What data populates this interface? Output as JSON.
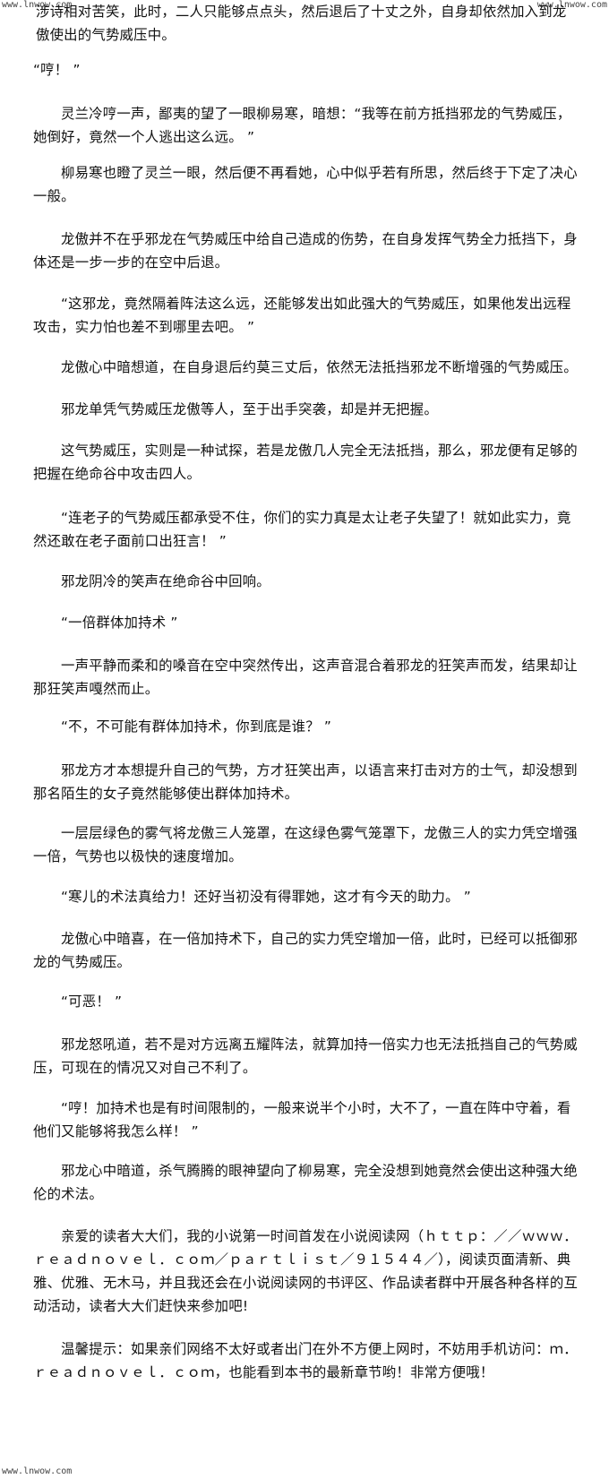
{
  "watermarks": {
    "top_left": "www.lnwow.com",
    "top_right": "www.lnwow.com",
    "bottom_left": "www.lnwow.com"
  },
  "paragraphs": [
    "涉诗相对苦笑，此时，二人只能够点点头，然后退后了十丈之外，自身却依然加入到龙傲使出的气势威压中。",
    "“哼！ ”",
    "灵兰冷哼一声，鄙夷的望了一眼柳易寒，暗想：“我等在前方抵挡邪龙的气势威压，她倒好，竟然一个人逃出这么远。 ”",
    "柳易寒也瞪了灵兰一眼，然后便不再看她，心中似乎若有所思，然后终于下定了决心一般。",
    "龙傲并不在乎邪龙在气势威压中给自己造成的伤势，在自身发挥气势全力抵挡下，身体还是一步一步的在空中后退。",
    "“这邪龙，竟然隔着阵法这么远，还能够发出如此强大的气势威压，如果他发出远程攻击，实力怕也差不到哪里去吧。 ”",
    "龙傲心中暗想道，在自身退后约莫三丈后，依然无法抵挡邪龙不断增强的气势威压。",
    "邪龙单凭气势威压龙傲等人，至于出手突袭，却是并无把握。",
    "这气势威压，实则是一种试探，若是龙傲几人完全无法抵挡，那么，邪龙便有足够的把握在绝命谷中攻击四人。",
    "“连老子的气势威压都承受不住，你们的实力真是太让老子失望了！就如此实力，竟然还敢在老子面前口出狂言！ ”",
    "邪龙阴冷的笑声在绝命谷中回响。",
    "“一倍群体加持术 ”",
    "一声平静而柔和的嗓音在空中突然传出，这声音混合着邪龙的狂笑声而发，结果却让那狂笑声嘎然而止。",
    "“不，不可能有群体加持术，你到底是谁？ ”",
    "邪龙方才本想提升自己的气势，方才狂笑出声，以语言来打击对方的士气，却没想到那名陌生的女子竟然能够使出群体加持术。",
    "一层层绿色的雾气将龙傲三人笼罩，在这绿色雾气笼罩下，龙傲三人的实力凭空增强一倍，气势也以极快的速度增加。",
    "“寒儿的术法真给力！还好当初没有得罪她，这才有今天的助力。 ”",
    "龙傲心中暗喜，在一倍加持术下，自己的实力凭空增加一倍，此时，已经可以抵御邪龙的气势威压。",
    "“可恶！ ”",
    "邪龙怒吼道，若不是对方远离五耀阵法，就算加持一倍实力也无法抵挡自己的气势威压，可现在的情况又对自己不利了。",
    "“哼！加持术也是有时间限制的，一般来说半个小时，大不了，一直在阵中守着，看他们又能够将我怎么样！ ”",
    "邪龙心中暗道，杀气腾腾的眼神望向了柳易寒，完全没想到她竟然会使出这种强大绝伦的术法。",
    "亲爱的读者大大们，我的小说第一时间首发在小说阅读网（ｈｔｔｐ：／／ｗｗｗ．ｒｅａｄｎｏｖｅｌ．ｃｏｍ／ｐａｒｔｌｉｓｔ／９１５４４／），阅读页面清新、典雅、优雅、无木马，并且我还会在小说阅读网的书评区、作品读者群中开展各种各样的互动活动，读者大大们赶快来参加吧!",
    "温馨提示：如果亲们网络不太好或者出门在外不方便上网时，不妨用手机访问：ｍ．ｒｅａｄｎｏｖｅｌ．ｃｏｍ，也能看到本书的最新章节哟！非常方便哦！"
  ]
}
